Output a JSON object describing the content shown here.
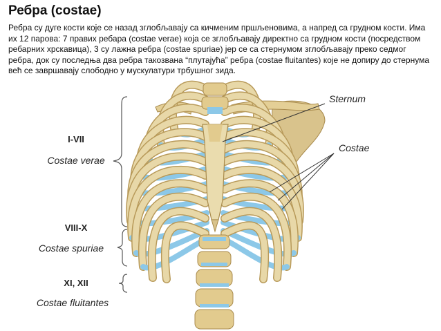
{
  "slide": {
    "title": "Ребра (costae)",
    "paragraph": "Ребра су дуге кости које се назад зглобљавају са кичменим пршљеновима, а напред са грудном кости. Има их 12 парова: 7 правих ребара (costae verae) која се зглобљавају директно са грудном кости (посредством ребарних хрскавица), 3 су лажна ребра (costae spuriae) јер се са стернумом зглобљавају преко седмог ребра, док су последња два ребра такозвана “плутајућа” ребра (costae fluitantes) које не допиру до стернума већ се завршавају слободно у мускулатури трбушног зида."
  },
  "groups": [
    {
      "roman": "I-VII",
      "latin": "Costae verae"
    },
    {
      "roman": "VIII-X",
      "latin": "Costae spuriae"
    },
    {
      "roman": "XI, XII",
      "latin": "Costae fluitantes"
    }
  ],
  "annotations": {
    "sternum": "Sternum",
    "costae": "Costae"
  },
  "colors": {
    "bone": "#e8d8a8",
    "bone_dark": "#b89a5a",
    "cartilage": "#8cc8e8",
    "text": "#111111",
    "leader_line": "#333333"
  }
}
